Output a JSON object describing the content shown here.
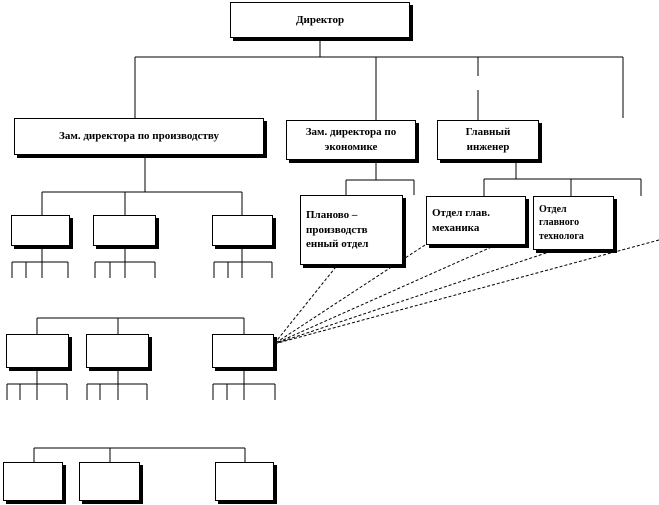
{
  "nodes": {
    "director": "Директор",
    "deputy_production": "Зам. директора по производству",
    "deputy_economics": "Зам. директора по\nэкономике",
    "chief_engineer": "Главный\nинженер",
    "planning_dept": "Планово –\nпроизводств\nенный отдел",
    "chief_mechanic_dept": "Отдел глав.\nмеханика",
    "chief_technologist_dept": "Отдел\nглавного\nтехнолога"
  },
  "colors": {
    "line": "#000000",
    "box_border": "#000000",
    "box_fill": "#ffffff"
  }
}
